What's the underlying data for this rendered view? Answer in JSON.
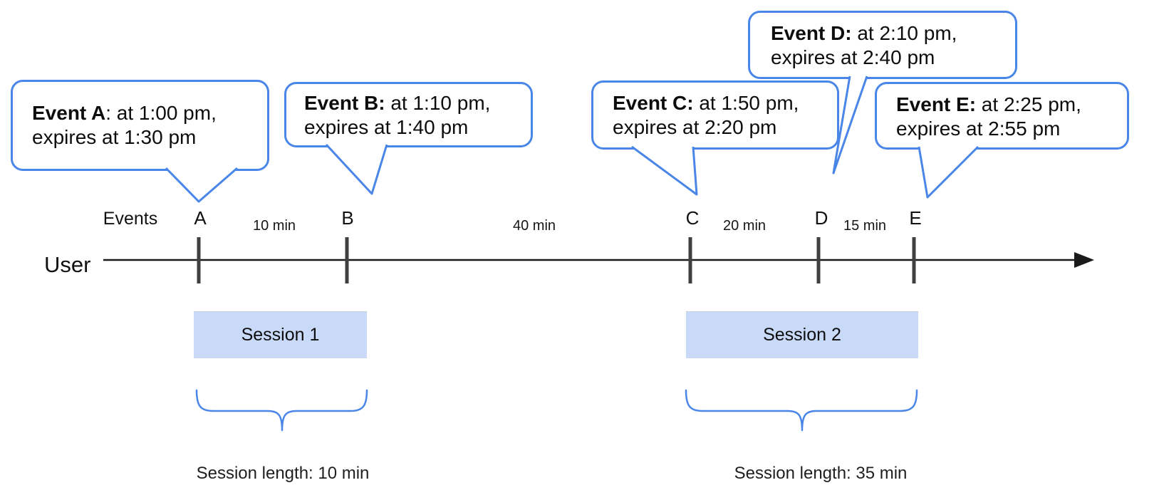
{
  "palette": {
    "callout_stroke": "#4a86e8",
    "brace_color": "#4a86e8",
    "session_fill": "#c9daf8",
    "timeline_color": "#1a1a1a",
    "tick_color": "#3f3f3f",
    "text_color": "#0d0d0d"
  },
  "timeline": {
    "user_label": "User",
    "events_label": "Events"
  },
  "events": [
    {
      "label": "A",
      "callout_bold": "Event A",
      "callout_rest": ": at 1:00 pm,",
      "callout_line2": "expires at 1:30 pm"
    },
    {
      "label": "B",
      "callout_bold": "Event B:",
      "callout_rest": " at 1:10 pm,",
      "callout_line2": "expires at 1:40 pm"
    },
    {
      "label": "C",
      "callout_bold": "Event C:",
      "callout_rest": " at 1:50 pm,",
      "callout_line2": "expires at 2:20 pm"
    },
    {
      "label": "D",
      "callout_bold": "Event D:",
      "callout_rest": " at 2:10 pm,",
      "callout_line2": "expires at 2:40 pm"
    },
    {
      "label": "E",
      "callout_bold": "Event E:",
      "callout_rest": " at 2:25 pm,",
      "callout_line2": "expires at 2:55 pm"
    }
  ],
  "intervals": [
    {
      "label": "10 min"
    },
    {
      "label": "40 min"
    },
    {
      "label": "20 min"
    },
    {
      "label": "15 min"
    }
  ],
  "sessions": [
    {
      "label": "Session 1",
      "length_label": "Session length: 10 min"
    },
    {
      "label": "Session 2",
      "length_label": "Session length: 35 min"
    }
  ]
}
